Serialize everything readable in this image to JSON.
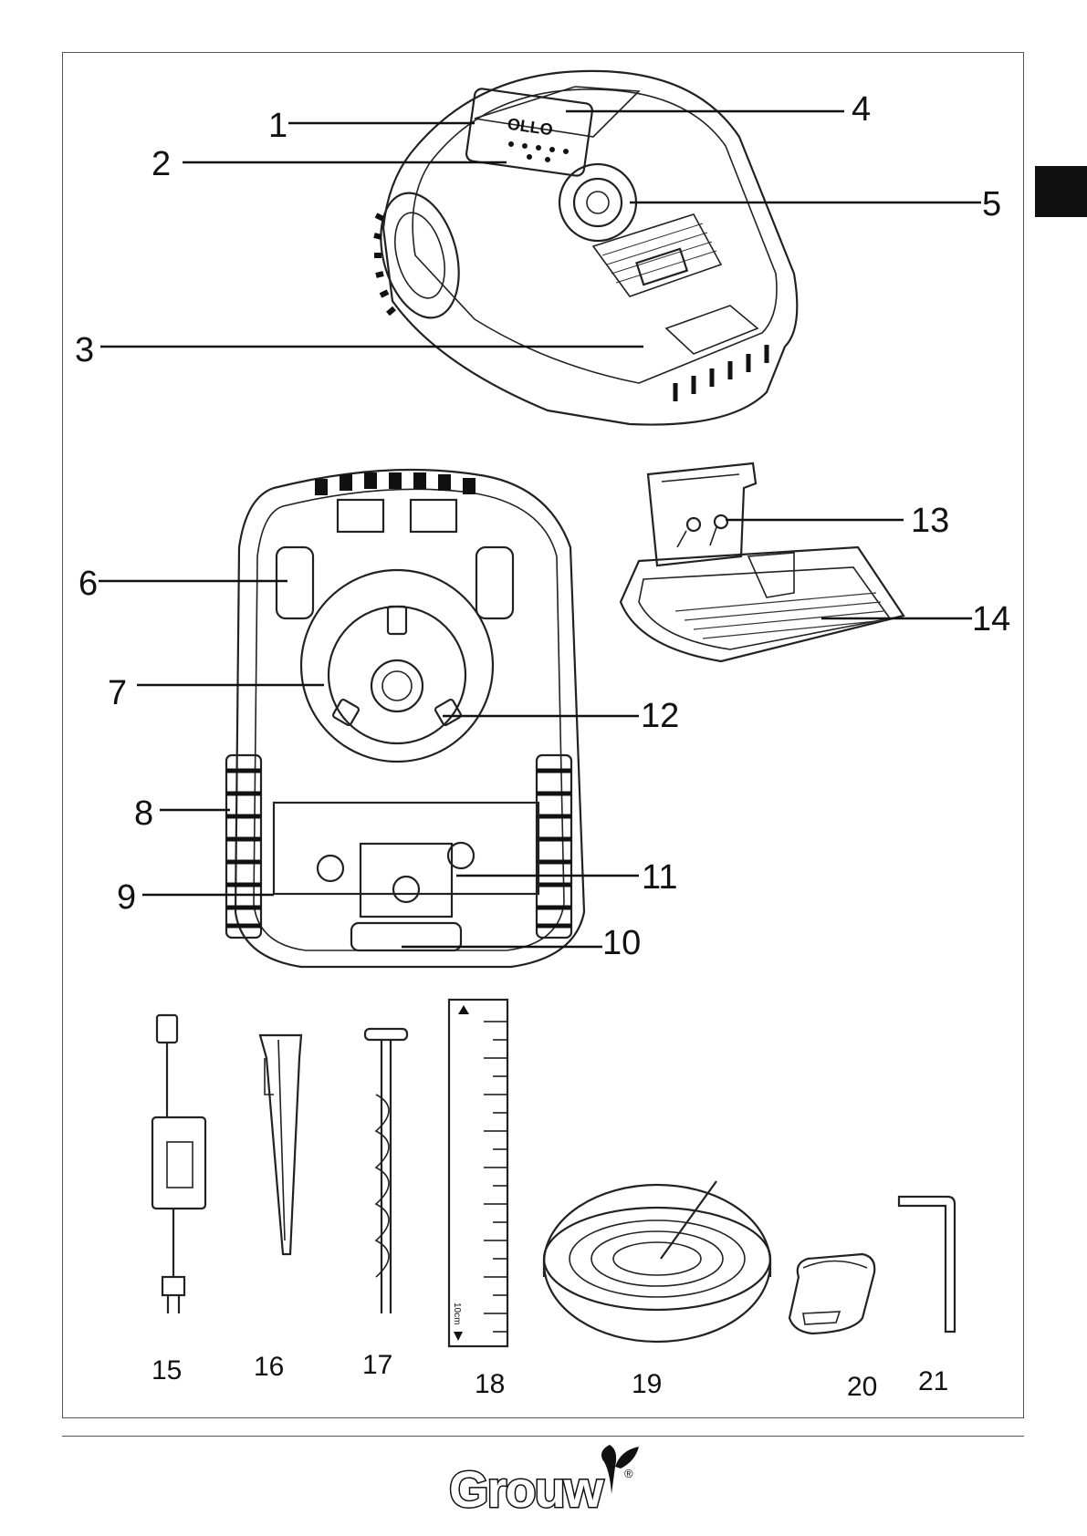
{
  "diagram": {
    "callouts": [
      {
        "id": "1",
        "label": "1"
      },
      {
        "id": "2",
        "label": "2"
      },
      {
        "id": "3",
        "label": "3"
      },
      {
        "id": "4",
        "label": "4"
      },
      {
        "id": "5",
        "label": "5"
      },
      {
        "id": "6",
        "label": "6"
      },
      {
        "id": "7",
        "label": "7"
      },
      {
        "id": "8",
        "label": "8"
      },
      {
        "id": "9",
        "label": "9"
      },
      {
        "id": "10",
        "label": "10"
      },
      {
        "id": "11",
        "label": "11"
      },
      {
        "id": "12",
        "label": "12"
      },
      {
        "id": "13",
        "label": "13"
      },
      {
        "id": "14",
        "label": "14"
      }
    ],
    "accessories": [
      {
        "id": "15",
        "label": "15"
      },
      {
        "id": "16",
        "label": "16"
      },
      {
        "id": "17",
        "label": "17"
      },
      {
        "id": "18",
        "label": "18"
      },
      {
        "id": "19",
        "label": "19"
      },
      {
        "id": "20",
        "label": "20"
      },
      {
        "id": "21",
        "label": "21"
      }
    ]
  },
  "mower_display_text": "OLLO",
  "ruler_text": "10cm",
  "brand": {
    "name": "Grouw",
    "trademark": "®"
  }
}
